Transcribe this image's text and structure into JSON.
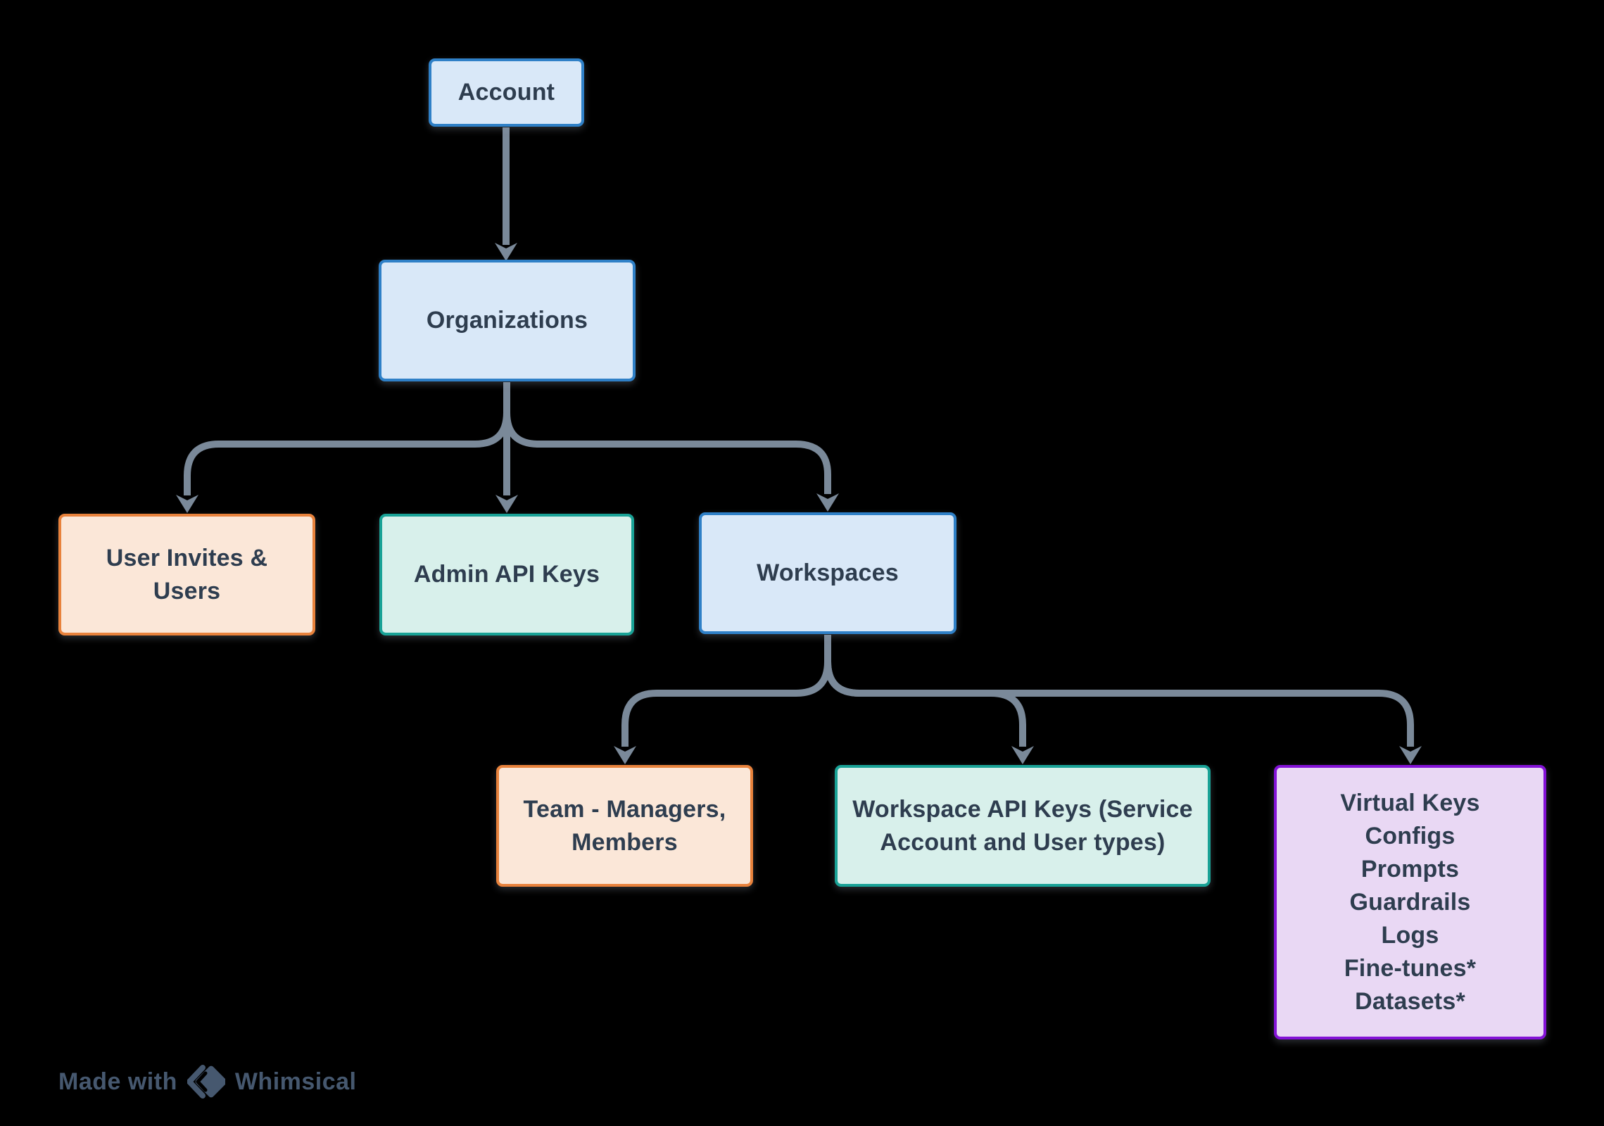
{
  "diagram": {
    "type": "flowchart-hierarchy",
    "background": "#000000",
    "palette": {
      "blue_fill": "#D9E8F8",
      "blue_border": "#2F80C7",
      "orange_fill": "#FBE7D8",
      "orange_border": "#E8823C",
      "teal_fill": "#D8F0EB",
      "teal_border": "#19A296",
      "purple_fill": "#E9D8F4",
      "purple_border": "#8312D6",
      "node_text": "#2E3D4F",
      "connector": "#7A8999",
      "watermark_text": "#46586F"
    }
  },
  "nodes": [
    {
      "id": "account",
      "label": "Account",
      "color": "blue"
    },
    {
      "id": "organizations",
      "label": "Organizations",
      "color": "blue"
    },
    {
      "id": "user-invites-users",
      "label": "User Invites &\nUsers",
      "color": "orange"
    },
    {
      "id": "admin-api-keys",
      "label": "Admin API Keys",
      "color": "teal"
    },
    {
      "id": "workspaces",
      "label": "Workspaces",
      "color": "blue"
    },
    {
      "id": "team-managers-members",
      "label": "Team - Managers,\nMembers",
      "color": "orange"
    },
    {
      "id": "workspace-api-keys",
      "label": "Workspace API Keys (Service\nAccount and User types)",
      "color": "teal"
    },
    {
      "id": "workspace-resources",
      "label": "Virtual Keys\nConfigs\nPrompts\nGuardrails\nLogs\nFine-tunes*\nDatasets*",
      "color": "purple"
    }
  ],
  "edges": [
    {
      "from": "Account",
      "to": "Organizations"
    },
    {
      "from": "Organizations",
      "to": "User Invites & Users"
    },
    {
      "from": "Organizations",
      "to": "Admin API Keys"
    },
    {
      "from": "Organizations",
      "to": "Workspaces"
    },
    {
      "from": "Workspaces",
      "to": "Team - Managers, Members"
    },
    {
      "from": "Workspaces",
      "to": "Workspace API Keys (Service Account and User types)"
    },
    {
      "from": "Workspaces",
      "to": "Virtual Keys, Configs, Prompts, Guardrails, Logs, Fine-tunes*, Datasets*"
    }
  ],
  "watermark": {
    "prefix": "Made with",
    "brand": "Whimsical",
    "logo": "whimsical-diamond-icon"
  }
}
